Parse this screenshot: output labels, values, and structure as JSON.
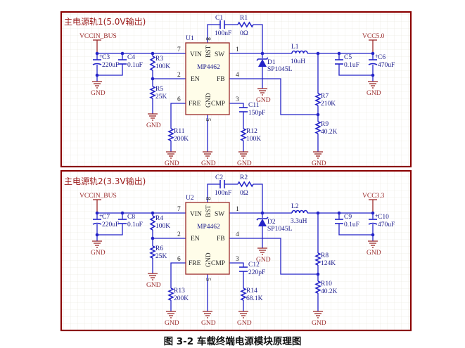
{
  "caption": "图 3-2  车载终端电源模块原理图",
  "colors": {
    "wire": "#2323c8",
    "frame": "#8b0000",
    "net": "#9a2a2a",
    "label": "#1c1c8c",
    "chip_fill": "#fffde9",
    "background": "#fbfaf3"
  },
  "gnd_label": "GND",
  "pin_names": {
    "vin": "VIN",
    "sw": "SW",
    "bst": "BST",
    "en": "EN",
    "fb": "FB",
    "fre": "FRE",
    "gnd": "GND",
    "cmp": "CMP"
  },
  "pin_numbers": {
    "vin": "7",
    "sw": "1",
    "bst": "8",
    "en": "2",
    "fb": "4",
    "fre": "6",
    "gnd": "5",
    "cmp": "3"
  },
  "panels": [
    {
      "title": "主电源轨1(5.0V输出)",
      "input_net": "VCCIN_BUS",
      "output_net": "VCC5.0",
      "chip": {
        "ref": "U1",
        "part": "MP4462"
      },
      "cin_bulk": {
        "ref": "C3",
        "value": "220uF"
      },
      "cin": {
        "ref": "C4",
        "value": "0.1uF"
      },
      "r_en_top": {
        "ref": "R3",
        "value": "100K"
      },
      "r_en_bot": {
        "ref": "R5",
        "value": "25K"
      },
      "c_boot": {
        "ref": "C1",
        "value": "100nF"
      },
      "r_boot": {
        "ref": "R1",
        "value": "0Ω"
      },
      "diode": {
        "ref": "D1",
        "value": "SP1045L"
      },
      "inductor": {
        "ref": "L1",
        "value": "10uH"
      },
      "r_fb_top": {
        "ref": "R7",
        "value": "210K"
      },
      "r_fb_bot": {
        "ref": "R9",
        "value": "40.2K"
      },
      "cout": {
        "ref": "C5",
        "value": "0.1uF"
      },
      "cout_bulk": {
        "ref": "C6",
        "value": "470uF"
      },
      "r_freq": {
        "ref": "R11",
        "value": "200K"
      },
      "c_comp": {
        "ref": "C11",
        "value": "150pF"
      },
      "r_comp": {
        "ref": "R12",
        "value": "100K"
      }
    },
    {
      "title": "主电源轨2(3.3V输出)",
      "input_net": "VCCIN_BUS",
      "output_net": "VCC3.3",
      "chip": {
        "ref": "U2",
        "part": "MP4462"
      },
      "cin_bulk": {
        "ref": "C7",
        "value": "220uF"
      },
      "cin": {
        "ref": "C8",
        "value": "0.1uF"
      },
      "r_en_top": {
        "ref": "R4",
        "value": "100K"
      },
      "r_en_bot": {
        "ref": "R6",
        "value": "25K"
      },
      "c_boot": {
        "ref": "C2",
        "value": "100nF"
      },
      "r_boot": {
        "ref": "R2",
        "value": "0Ω"
      },
      "diode": {
        "ref": "D2",
        "value": "SP1045L"
      },
      "inductor": {
        "ref": "L2",
        "value": "3.3uH"
      },
      "r_fb_top": {
        "ref": "R8",
        "value": "124K"
      },
      "r_fb_bot": {
        "ref": "R10",
        "value": "40.2K"
      },
      "cout": {
        "ref": "C9",
        "value": "0.1uF"
      },
      "cout_bulk": {
        "ref": "C10",
        "value": "470uF"
      },
      "r_freq": {
        "ref": "R13",
        "value": "200K"
      },
      "c_comp": {
        "ref": "C12",
        "value": "220pF"
      },
      "r_comp": {
        "ref": "R14",
        "value": "68.1K"
      }
    }
  ]
}
